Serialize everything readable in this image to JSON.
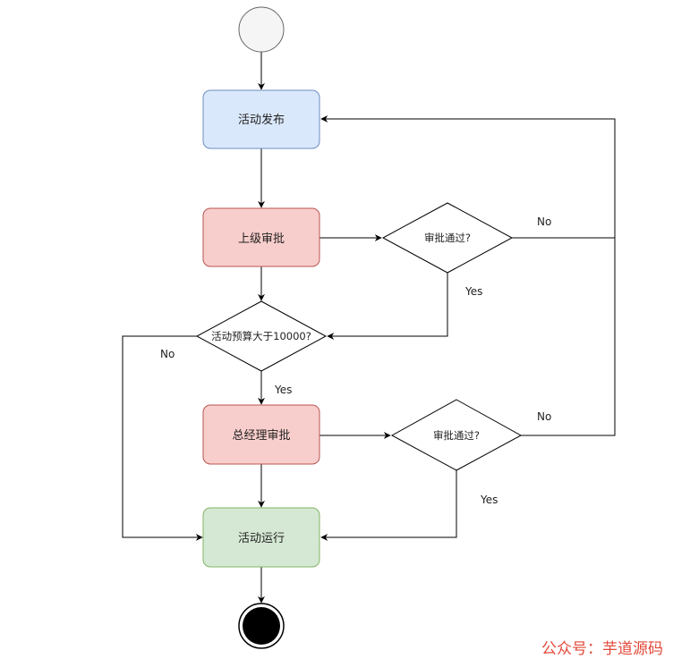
{
  "nodes": {
    "activity_publish": "活动发布",
    "supervisor_review": "上级审批",
    "supervisor_approved_q": "审批通过?",
    "budget_check_q": "活动预算大于10000?",
    "gm_review": "总经理审批",
    "gm_approved_q": "审批通过?",
    "activity_run": "活动运行"
  },
  "edge_labels": {
    "supervisor_no": "No",
    "supervisor_yes": "Yes",
    "budget_no": "No",
    "budget_yes": "Yes",
    "gm_no": "No",
    "gm_yes": "Yes"
  },
  "watermark": "公众号：芋道源码",
  "colors": {
    "start_fill": "#f5f5f5",
    "start_stroke": "#666666",
    "blue_fill": "#dae8fc",
    "blue_stroke": "#6c8ebf",
    "red_fill": "#f8cecc",
    "red_stroke": "#b85450",
    "green_fill": "#d5e8d4",
    "green_stroke": "#82b366",
    "diamond_fill": "#ffffff",
    "diamond_stroke": "#000000",
    "edge": "#000000",
    "end_fill": "#000000",
    "watermark": "#e24a3b"
  }
}
